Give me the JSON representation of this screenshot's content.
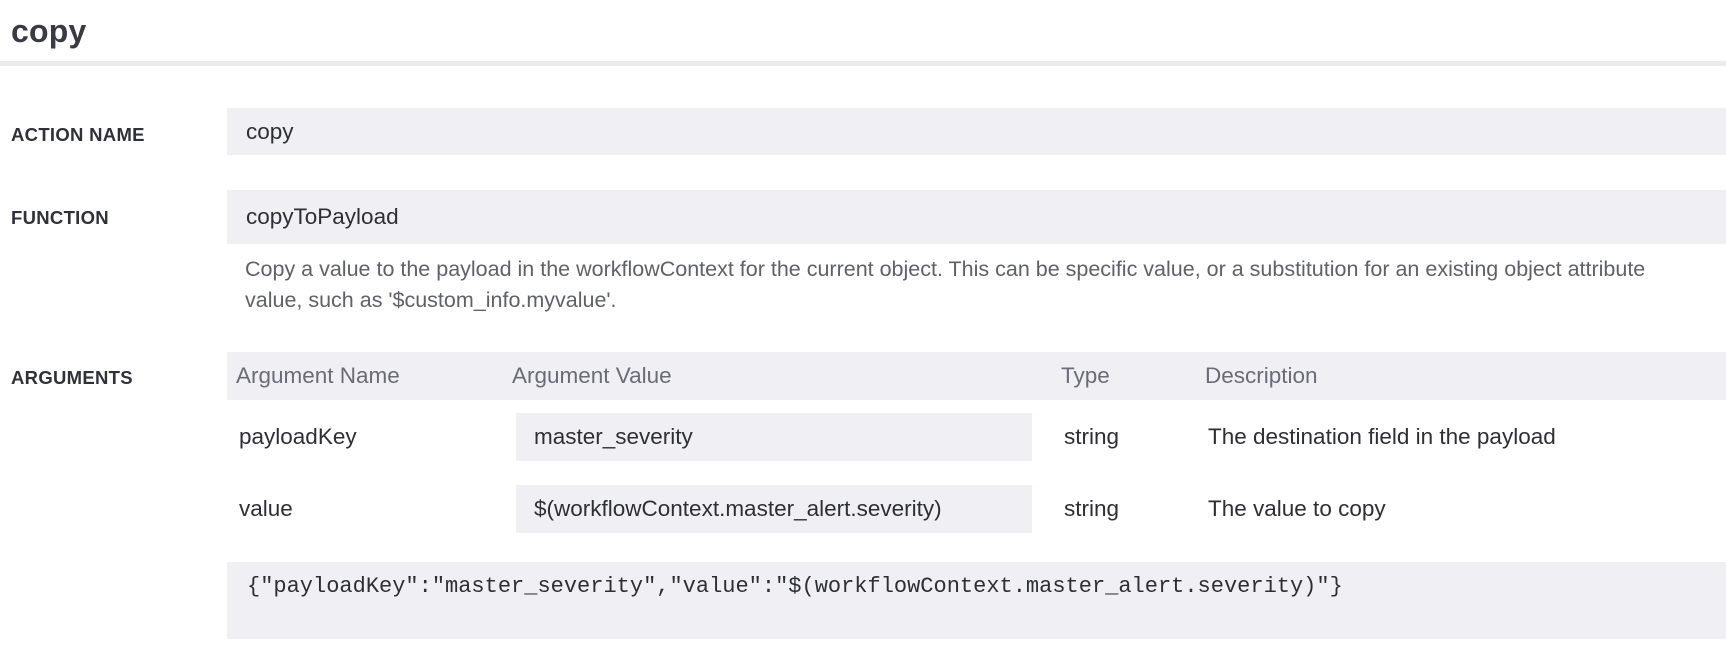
{
  "page": {
    "title": "copy"
  },
  "action_name": {
    "label": "ACTION NAME",
    "value": "copy"
  },
  "function": {
    "label": "FUNCTION",
    "value": "copyToPayload",
    "description": "Copy a value to the payload in the workflowContext for the current object. This can be specific value, or a substitution for an existing object attribute value, such as '$custom_info.myvalue'."
  },
  "arguments": {
    "label": "ARGUMENTS",
    "columns": [
      "Argument Name",
      "Argument Value",
      "Type",
      "Description"
    ],
    "rows": [
      {
        "name": "payloadKey",
        "value": "master_severity",
        "type": "string",
        "description": "The destination field in the payload"
      },
      {
        "name": "value",
        "value": "$(workflowContext.master_alert.severity)",
        "type": "string",
        "description": "The value to copy"
      }
    ],
    "json": "{\"payloadKey\":\"master_severity\",\"value\":\"$(workflowContext.master_alert.severity)\"}"
  }
}
